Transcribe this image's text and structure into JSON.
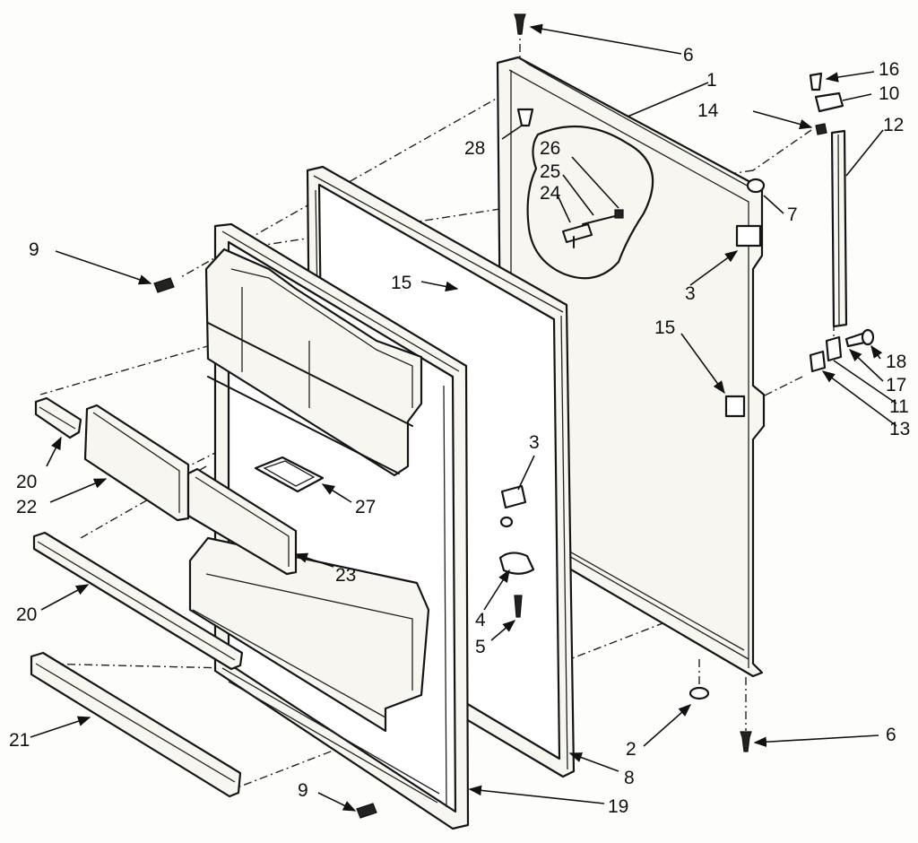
{
  "callouts": {
    "c1": "1",
    "c2": "2",
    "c3a": "3",
    "c3b": "3",
    "c4": "4",
    "c5": "5",
    "c6a": "6",
    "c6b": "6",
    "c7": "7",
    "c8": "8",
    "c9a": "9",
    "c9b": "9",
    "c10": "10",
    "c11": "11",
    "c12": "12",
    "c13": "13",
    "c14": "14",
    "c15a": "15",
    "c15b": "15",
    "c16": "16",
    "c17": "17",
    "c18": "18",
    "c19": "19",
    "c20a": "20",
    "c20b": "20",
    "c21": "21",
    "c22": "22",
    "c23": "23",
    "c24": "24",
    "c25": "25",
    "c26": "26",
    "c27": "27",
    "c28": "28"
  }
}
